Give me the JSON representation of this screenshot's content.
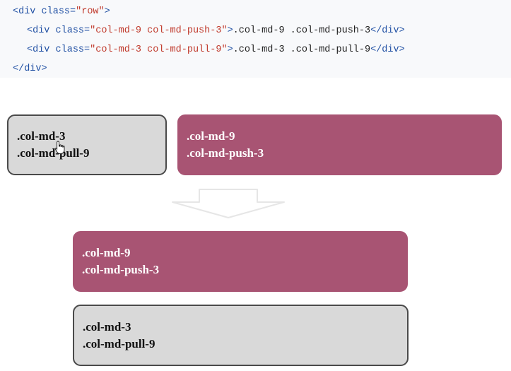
{
  "code_snippet": {
    "line1": {
      "open": "<div ",
      "attr": "class=",
      "value": "\"row\"",
      "close": ">"
    },
    "line2": {
      "open": "<div ",
      "attr": "class=",
      "value": "\"col-md-9 col-md-push-3\"",
      "close": ">",
      "text": ".col-md-9 .col-md-push-3",
      "end_tag": "</div>"
    },
    "line3": {
      "open": "<div ",
      "attr": "class=",
      "value": "\"col-md-3 col-md-pull-9\"",
      "close": ">",
      "text": ".col-md-3 .col-md-pull-9",
      "end_tag": "</div>"
    },
    "line4": {
      "end_tag": "</div>"
    }
  },
  "before": {
    "gray_box": {
      "line1": ".col-md-3",
      "line2": ".col-md-pull-9"
    },
    "maroon_box": {
      "line1": ".col-md-9",
      "line2": ".col-md-push-3"
    }
  },
  "after": {
    "maroon_box": {
      "line1": ".col-md-9",
      "line2": ".col-md-push-3"
    },
    "gray_box": {
      "line1": ".col-md-3",
      "line2": ".col-md-pull-9"
    }
  },
  "colors": {
    "maroon": "#a85473",
    "gray": "#d9d9d9",
    "tag_blue": "#1f4fa3",
    "string_red": "#c0392b"
  },
  "icons": {
    "arrow": "down-arrow-icon",
    "cursor": "hand-cursor-icon"
  }
}
